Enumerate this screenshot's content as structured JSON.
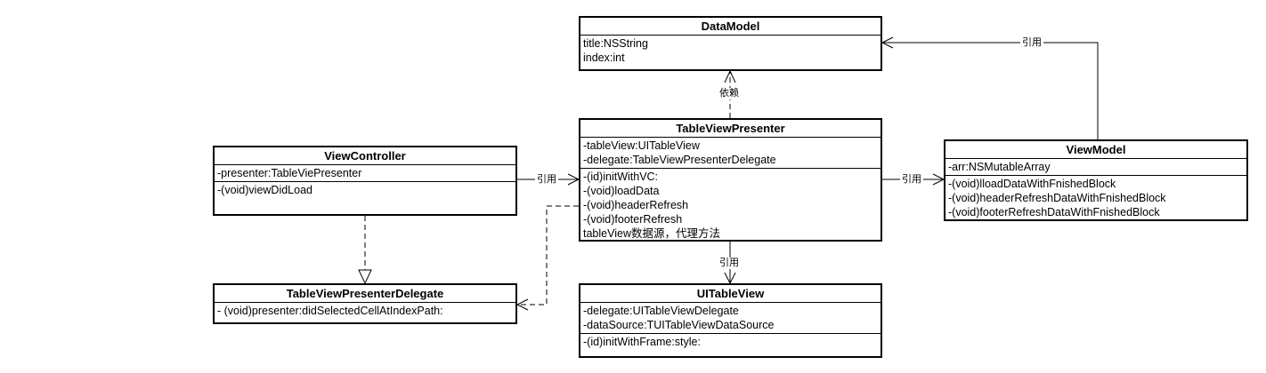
{
  "classes": {
    "datamodel": {
      "name": "DataModel",
      "attributes": [
        "title:NSString",
        "index:int"
      ]
    },
    "presenter": {
      "name": "TableViewPresenter",
      "attributes": [
        "-tableView:UITableView",
        "-delegate:TableViewPresenterDelegate"
      ],
      "operations": [
        "-(id)initWithVC:",
        "-(void)loadData",
        "-(void)headerRefresh",
        "-(void)footerRefresh",
        "tableView数据源，代理方法"
      ]
    },
    "viewcontroller": {
      "name": "ViewController",
      "attributes": [
        "-presenter:TableViePresenter"
      ],
      "operations": [
        "-(void)viewDidLoad"
      ]
    },
    "viewmodel": {
      "name": "ViewModel",
      "attributes": [
        "-arr:NSMutableArray"
      ],
      "operations": [
        "-(void)lloadDataWithFnishedBlock",
        "-(void)headerRefreshDataWithFnishedBlock",
        "-(void)footerRefreshDataWithFnishedBlock"
      ]
    },
    "delegate": {
      "name": "TableViewPresenterDelegate",
      "operations": [
        "- (void)presenter:didSelectedCellAtIndexPath:"
      ]
    },
    "uitableview": {
      "name": "UITableView",
      "attributes": [
        "-delegate:UITableViewDelegate",
        "-dataSource:TUITableViewDataSource"
      ],
      "operations": [
        "-(id)initWithFrame:style:"
      ]
    }
  },
  "relations": {
    "presenter_to_datamodel": "依赖",
    "viewmodel_to_datamodel": "引用",
    "viewcontroller_to_presenter": "引用",
    "presenter_to_viewmodel": "引用",
    "presenter_to_uitableview": "引用"
  }
}
